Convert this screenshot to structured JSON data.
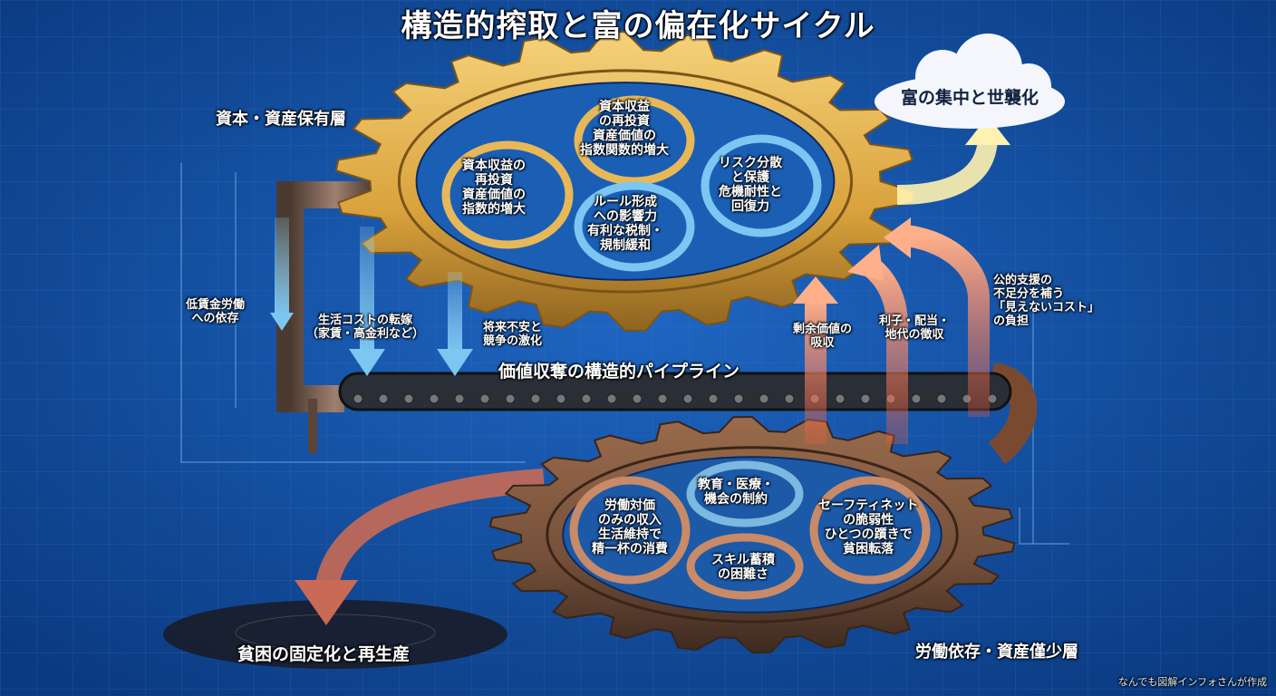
{
  "title": "構造的搾取と富の偏在化サイクル",
  "top_group": "資本・資産保有層",
  "bottom_group": "労働依存・資産僅少層",
  "wealth": "富の集中と世襲化",
  "poverty": "貧困の固定化と再生産",
  "pipeline": "価値収奪の構造的パイプライン",
  "top_gear": {
    "reinvest_left": [
      "資本収益の",
      "再投資",
      "資産価値の",
      "指数的増大"
    ],
    "reinvest_top": [
      "資本収益",
      "の再投資",
      "資産価値の",
      "指数関数的増大"
    ],
    "risk": [
      "リスク分散",
      "と保護",
      "危機耐性と",
      "回復力"
    ],
    "rules": [
      "ルール形成",
      "への影響力",
      "有利な税制・",
      "規制緩和"
    ]
  },
  "bottom_gear": {
    "education": [
      "教育・医療・",
      "機会の制約"
    ],
    "labor": [
      "労働対価",
      "のみの収入",
      "生活維持で",
      "精一杯の消費"
    ],
    "skill": [
      "スキル蓄積",
      "の困難さ"
    ],
    "safety": [
      "セーフティネット",
      "の脆弱性",
      "ひとつの躓きで",
      "貧困転落"
    ]
  },
  "down_flows": {
    "low_wage": [
      "低賃金労働",
      "への依存"
    ],
    "cost_shift": [
      "生活コストの転嫁",
      "（家賃・高金利など）"
    ],
    "anxiety": [
      "将来不安と",
      "競争の激化"
    ]
  },
  "up_flows": {
    "surplus": [
      "剰余価値の",
      "吸収"
    ],
    "interest": [
      "利子・配当・",
      "地代の徴収"
    ],
    "hidden_cost": [
      "公的支援の",
      "不足分を補う",
      "「見えないコスト」",
      "の負担"
    ]
  },
  "footer": "なんでも図解インフォさんが作成",
  "colors": {
    "background": "#0d4a9a",
    "gold": "#e3b24a",
    "rust": "#8a5a3c",
    "flow_up": "#f07a50",
    "flow_down": "#7cc6f2"
  }
}
